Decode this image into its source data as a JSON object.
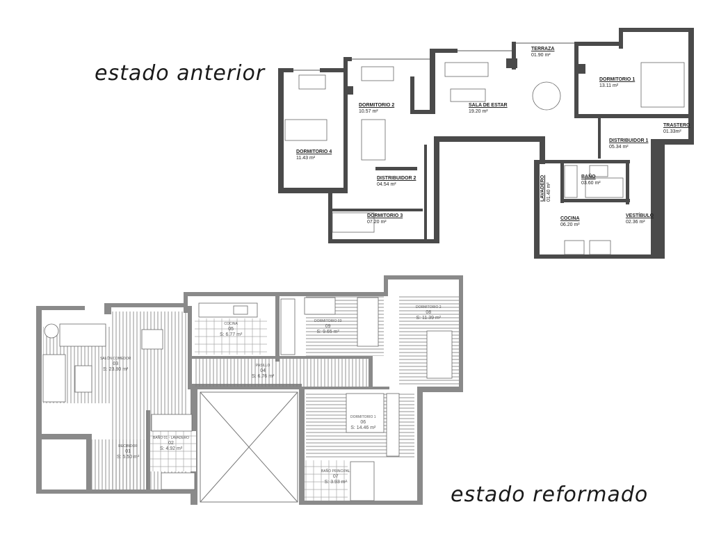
{
  "captions": {
    "before": "estado anterior",
    "after": "estado reformado"
  },
  "before_plan": {
    "rooms": [
      {
        "name": "TERRAZA",
        "area": "01.90 m²"
      },
      {
        "name": "DORMITORIO 1",
        "area": "13.11 m²"
      },
      {
        "name": "DORMITORIO 2",
        "area": "10.57 m²"
      },
      {
        "name": "SALA DE ESTAR",
        "area": "19.20 m²"
      },
      {
        "name": "DORMITORIO 4",
        "area": "11.43 m²"
      },
      {
        "name": "TRASTERO",
        "area": "01.33m²"
      },
      {
        "name": "DISTRIBUIDOR 1",
        "area": "05.34 m²"
      },
      {
        "name": "DISTRIBUIDOR 2",
        "area": "04.54 m²"
      },
      {
        "name": "DORMITORIO 3",
        "area": "07.20 m²"
      },
      {
        "name": "BAÑO",
        "area": "03.60 m²"
      },
      {
        "name": "LAVADERO",
        "area": "01.40 m²"
      },
      {
        "name": "COCINA",
        "area": "06.20 m²"
      },
      {
        "name": "VESTÍBULO",
        "area": "02.36 m²"
      }
    ]
  },
  "after_plan": {
    "rooms": [
      {
        "name": "SALÓN COMEDOR",
        "num": "03",
        "area": "S: 23.80 m²"
      },
      {
        "name": "COCINA",
        "num": "05",
        "area": "S: 6.77 m²"
      },
      {
        "name": "DORMITORIO 03",
        "num": "09",
        "area": "S: 9.65 m²"
      },
      {
        "name": "DORMITORIO 2",
        "num": "08",
        "area": "S: 11.39 m²"
      },
      {
        "name": "PASILLO",
        "num": "04",
        "area": "S: 6.76 m²"
      },
      {
        "name": "DORMITORIO 1",
        "num": "06",
        "area": "S: 14.46 m²"
      },
      {
        "name": "RECIBIDOR",
        "num": "01",
        "area": "S: 5.50 m²"
      },
      {
        "name": "BAÑO 01 - LAVADERO",
        "num": "02",
        "area": "S: 4.92 m²"
      },
      {
        "name": "BAÑO PRINCIPAL",
        "num": "07",
        "area": "S: 3.93 m²"
      }
    ]
  }
}
